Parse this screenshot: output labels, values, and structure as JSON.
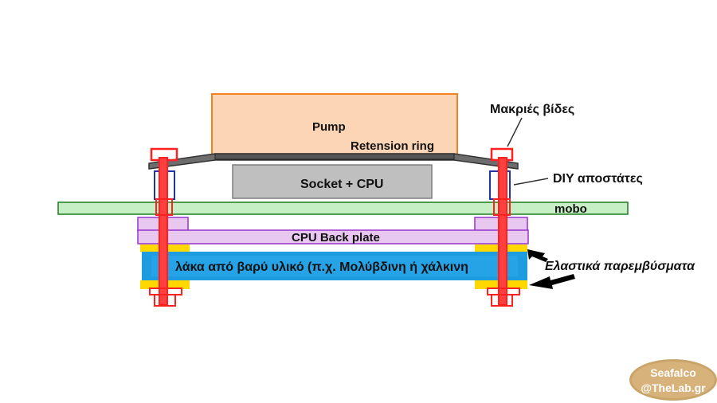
{
  "diagram": {
    "labels": {
      "pump": "Pump",
      "retension_ring": "Retension ring",
      "socket_cpu": "Socket + CPU",
      "mobo": "mobo",
      "back_plate": "CPU  Back plate",
      "heavy_plate": "λάκα από βαρύ υλικό (π.χ. Μολύβδινη ή χάλκινη",
      "long_screws": "Μακριές βίδες",
      "diy_spacers": "DIY αποστάτες",
      "elastic_gaskets": "Ελαστικά παρεμβύσματα"
    },
    "colors": {
      "pump": "#fbd5b5",
      "pump_border": "#f58220",
      "socket": "#bfbfbf",
      "mobo": "#c6efc6",
      "mobo_border": "#1e7b1e",
      "back_plate": "#e8c8f0",
      "back_plate_border": "#9933cc",
      "heavy_plate": "#1e9ce0",
      "gasket": "#ffd800",
      "screw": "#ff2020",
      "spacer": "#2233aa",
      "ring": "#555555"
    },
    "watermark": {
      "line1": "Seafalco",
      "line2": "@TheLab.gr"
    }
  }
}
